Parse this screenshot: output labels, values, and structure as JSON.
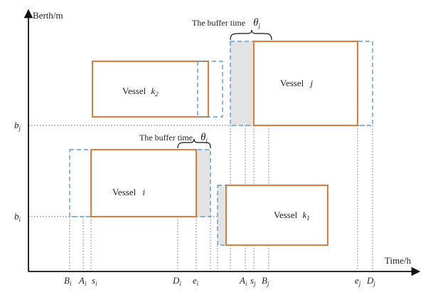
{
  "axes": {
    "y_label": "Berth/m",
    "x_label": "Time/h"
  },
  "vessels": {
    "i": {
      "prefix": "Vessel",
      "symbol": "i"
    },
    "j": {
      "prefix": "Vessel",
      "symbol": "j"
    },
    "k1": {
      "prefix": "Vessel",
      "symbol": "k",
      "sub": "1"
    },
    "k2": {
      "prefix": "Vessel",
      "symbol": "k",
      "sub": "2"
    }
  },
  "buffers": {
    "i": {
      "text": "The buffer time",
      "symbol": "θ",
      "sub": "i"
    },
    "j": {
      "text": "The buffer time",
      "symbol": "θ",
      "sub": "j"
    }
  },
  "y_ticks": [
    {
      "sym": "b",
      "sub": "j"
    },
    {
      "sym": "b",
      "sub": "i"
    }
  ],
  "x_ticks": [
    {
      "sym": "B",
      "sub": "i"
    },
    {
      "sym": "A",
      "sub": "i"
    },
    {
      "sym": "s",
      "sub": "i"
    },
    {
      "sym": "D",
      "sub": "i"
    },
    {
      "sym": "e",
      "sub": "i"
    },
    {
      "sym": "A",
      "sub": "i"
    },
    {
      "sym": "s",
      "sub": "j"
    },
    {
      "sym": "B",
      "sub": "j"
    },
    {
      "sym": "e",
      "sub": "j"
    },
    {
      "sym": "D",
      "sub": "j"
    }
  ],
  "colors": {
    "vessel_border": "#e07b39",
    "buffer_border": "#5b9bd5",
    "buffer_shade": "#e3e3e3"
  }
}
